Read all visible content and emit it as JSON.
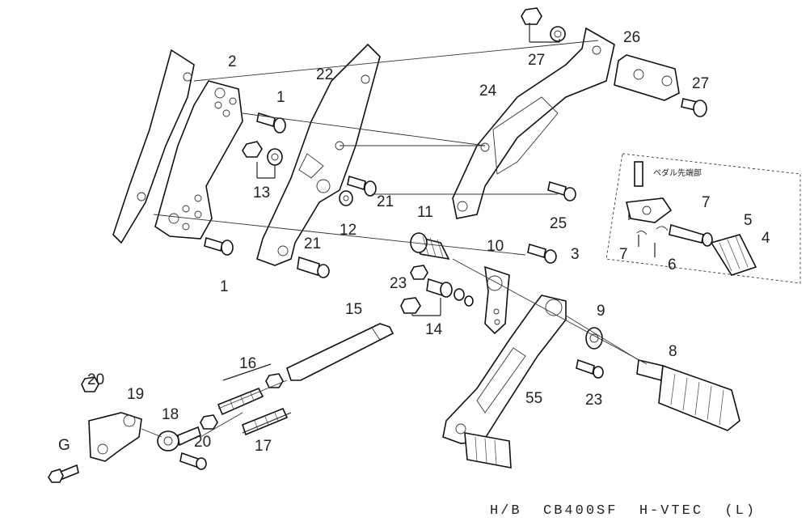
{
  "caption": "H/B  CB400SF  H-VTEC  (L)",
  "callout_note": "ペダル先端部",
  "labels": {
    "p1a": "1",
    "p1b": "1",
    "p2": "2",
    "p3": "3",
    "p4": "4",
    "p5": "5",
    "p6": "6",
    "p7a": "7",
    "p7b": "7",
    "p8": "8",
    "p9": "9",
    "p10": "10",
    "p11": "11",
    "p12": "12",
    "p13": "13",
    "p14": "14",
    "p15": "15",
    "p16": "16",
    "p17": "17",
    "p18": "18",
    "p19": "19",
    "p20a": "20",
    "p20b": "20",
    "p21a": "21",
    "p21b": "21",
    "p22": "22",
    "p23a": "23",
    "p23b": "23",
    "p24": "24",
    "p25": "25",
    "p26": "26",
    "p27a": "27",
    "p27b": "27",
    "p55": "55",
    "pG": "G"
  }
}
